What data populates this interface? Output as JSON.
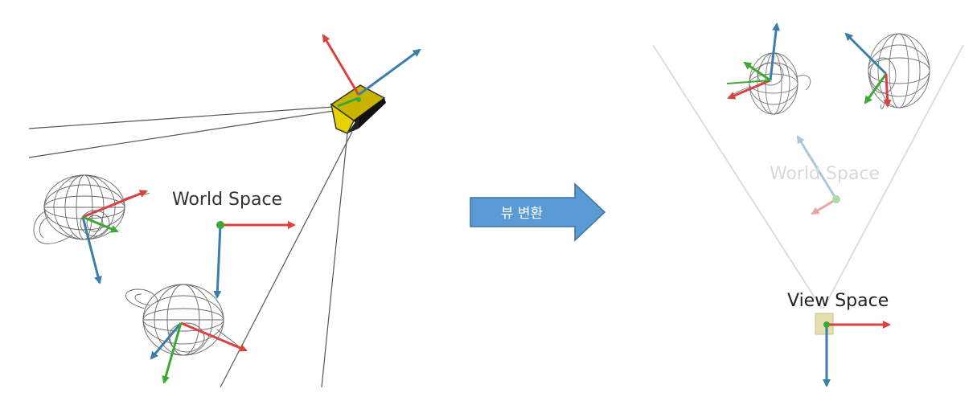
{
  "left_panel": {
    "label": "World Space"
  },
  "arrow": {
    "label": "뷰 변환",
    "color": "#5b9bd5"
  },
  "right_panel": {
    "world_label": "World Space",
    "view_label": "View Space"
  },
  "axis_colors": {
    "x": "#d9423f",
    "y": "#3aaa35",
    "z": "#3b7ea8"
  },
  "icons": [
    "camera-icon",
    "teapot-icon",
    "axis-gizmo-icon",
    "frustum-icon"
  ]
}
